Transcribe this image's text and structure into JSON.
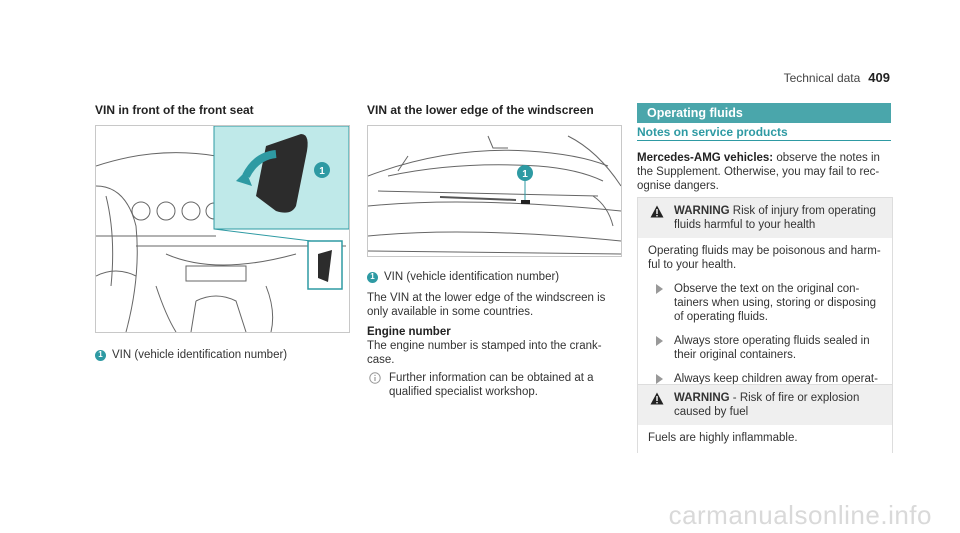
{
  "header": {
    "section": "Technical data",
    "page": "409"
  },
  "col1": {
    "title": "VIN in front of the front seat",
    "callout": "1",
    "caption": "VIN (vehicle identification number)"
  },
  "col2": {
    "title": "VIN at the lower edge of the windscreen",
    "callout": "1",
    "caption": "VIN (vehicle identification number)",
    "para1": "The VIN at the lower edge of the windscreen is only available in some countries.",
    "engine_title": "Engine number",
    "engine_text": "The engine number is stamped into the crank-case.",
    "info": "Further information can be obtained at a qualified specialist workshop."
  },
  "col3": {
    "section_title": "Operating fluids",
    "subheading": "Notes on service products",
    "amg_bold": "Mercedes-AMG vehicles:",
    "amg_text": " observe the notes in the Supplement. Otherwise, you may fail to rec-ognise dangers.",
    "warning1": {
      "label": "WARNING",
      "head_text": " Risk of injury from operating fluids harmful to your health",
      "body": "Operating fluids may be poisonous and harm-ful to your health.",
      "bullets": [
        "Observe the text on the original con-tainers when using, storing or disposing of operating fluids.",
        "Always store operating fluids sealed in their original containers.",
        "Always keep children away from operat-ing fluids."
      ]
    },
    "warning2": {
      "label": "WARNING",
      "head_text": " - Risk of fire or explosion caused by fuel",
      "body": "Fuels are highly inflammable."
    }
  },
  "colors": {
    "accent": "#2e9aa3",
    "section_bar": "#4aa6ab",
    "highlight": "#bfe9e9"
  },
  "watermark": "carmanualsonline.info"
}
